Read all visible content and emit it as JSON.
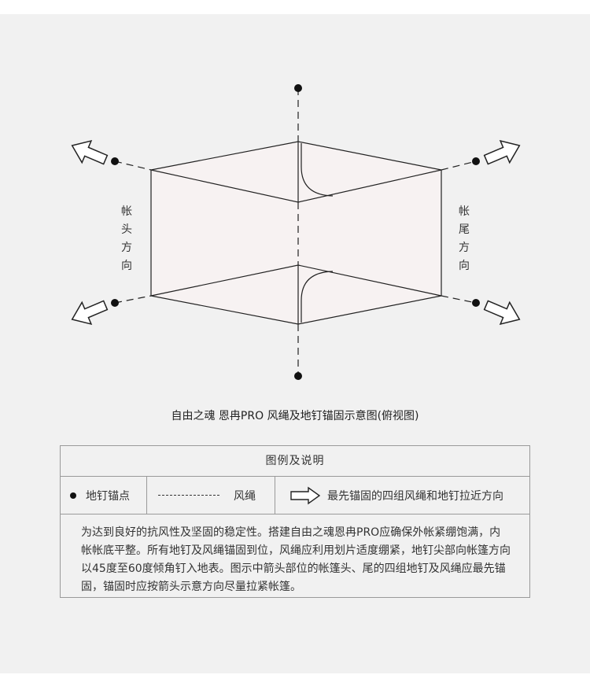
{
  "diagram": {
    "left_label": [
      "帐",
      "头",
      "方",
      "向"
    ],
    "right_label": [
      "帐",
      "尾",
      "方",
      "向"
    ]
  },
  "caption": "自由之魂 恩冉PRO  风绳及地钉锚固示意图(俯视图)",
  "legend": {
    "title": "图例及说明",
    "items": {
      "stake": "地钉锚点",
      "rope": "风绳",
      "arrow": "最先锚固的四组风绳和地钉拉近方向"
    },
    "description": "为达到良好的抗风性及坚固的稳定性。搭建自由之魂恩冉PRO应确保外帐紧绷饱满，内帐帐底平整。所有地钉及风绳锚固到位，风绳应利用划片适度绷紧，地钉尖部向帐篷方向以45度至60度倾角钉入地表。图示中箭头部位的帐篷头、尾的四组地钉及风绳应最先锚固，锚固时应按箭头示意方向尽量拉紧帐篷。"
  },
  "colors": {
    "background": "#f1f1f1",
    "tent_fill": "#f7f2f2",
    "line": "#222222"
  }
}
